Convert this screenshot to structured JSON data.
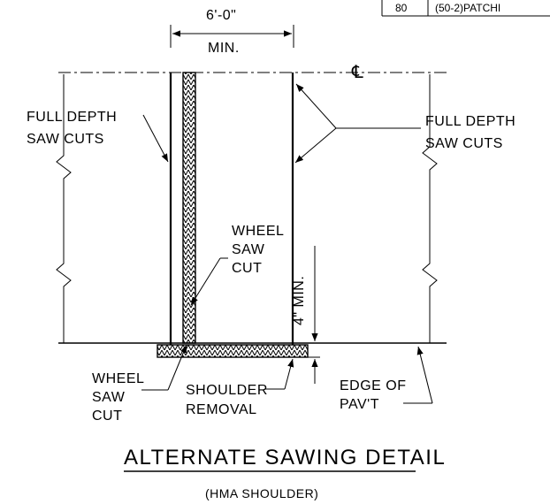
{
  "table_cell": {
    "col1": "80",
    "col2": "(50-2)PATCHI"
  },
  "dimensions": {
    "width_value": "6'-0\"",
    "width_qualifier": "MIN.",
    "depth_value": "4\" MIN.",
    "centerline_symbol": "℄"
  },
  "labels": {
    "left_saw_cuts": [
      "FULL DEPTH",
      "SAW CUTS"
    ],
    "right_saw_cuts": [
      "FULL DEPTH",
      "SAW CUTS"
    ],
    "wheel_saw_cut_inner": [
      "WHEEL",
      "SAW",
      "CUT"
    ],
    "wheel_saw_cut_outer": [
      "WHEEL",
      "SAW",
      "CUT"
    ],
    "shoulder_removal": [
      "SHOULDER",
      "REMOVAL"
    ],
    "edge_of_pavt": [
      "EDGE OF",
      "PAV'T"
    ]
  },
  "title": "ALTERNATE SAWING DETAIL",
  "subtitle": "(HMA SHOULDER)"
}
